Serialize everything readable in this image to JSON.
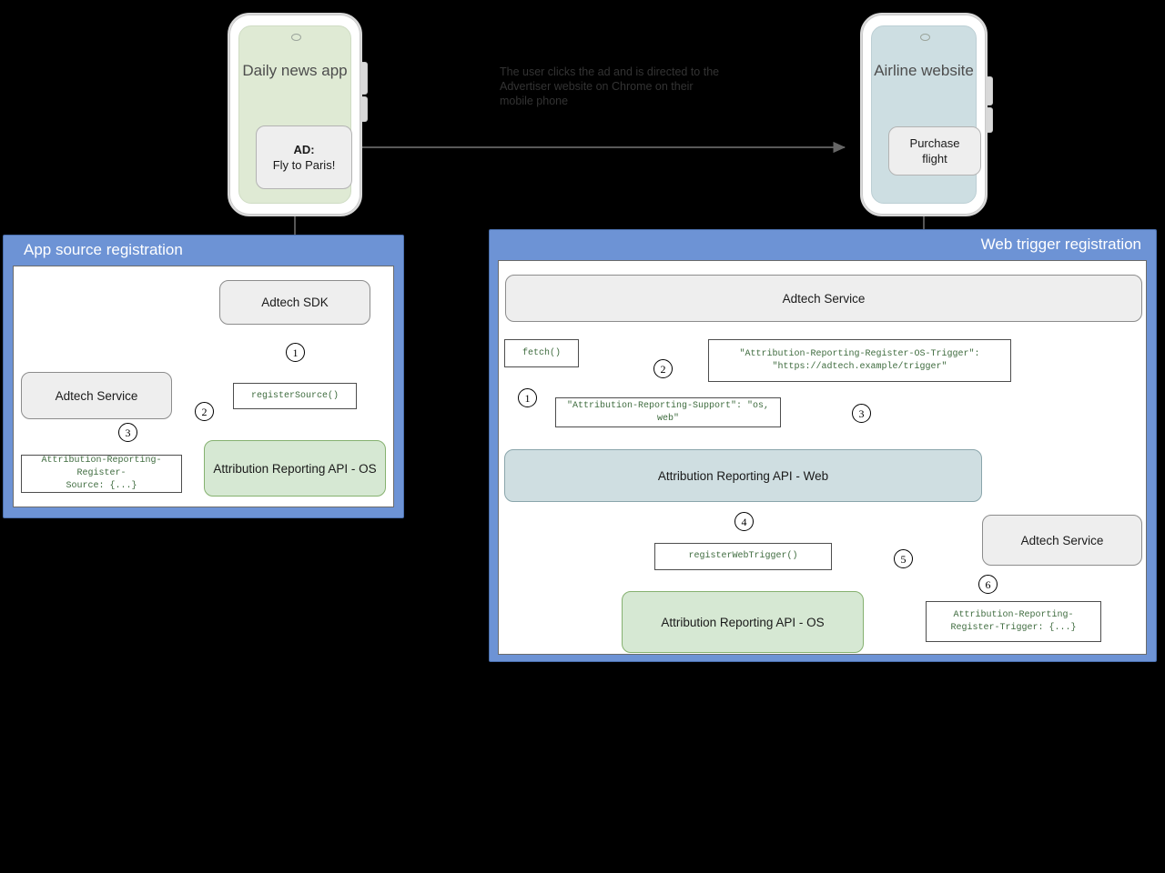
{
  "diagram": {
    "caption": "The user clicks the ad and is directed to the Advertiser website on Chrome on their mobile phone"
  },
  "phones": {
    "left": {
      "title": "Daily news app",
      "card_title": "AD:",
      "card_subtitle": "Fly to Paris!"
    },
    "right": {
      "title": "Airline website",
      "card_line1": "Purchase",
      "card_line2": "flight"
    }
  },
  "app_panel": {
    "title": "App source registration",
    "nodes": {
      "sdk": "Adtech SDK",
      "service": "Adtech Service",
      "api_os": "Attribution Reporting API - OS"
    },
    "code": {
      "register_source": "registerSource()",
      "register_source_header": "Attribution-Reporting-Register-\nSource: {...}"
    },
    "steps": [
      "1",
      "2",
      "3"
    ]
  },
  "web_panel": {
    "title": "Web trigger registration",
    "nodes": {
      "service_top": "Adtech Service",
      "api_web": "Attribution Reporting API - Web",
      "api_os": "Attribution Reporting API - OS",
      "service_bottom": "Adtech Service"
    },
    "code": {
      "fetch": "fetch()",
      "support_header": "\"Attribution-Reporting-Support\": \"os, web\"",
      "os_trigger_header": "\"Attribution-Reporting-Register-OS-Trigger\":\n    \"https://adtech.example/trigger\"",
      "register_web_trigger": "registerWebTrigger()",
      "register_trigger_header": "Attribution-Reporting-\nRegister-Trigger: {...}"
    },
    "steps": [
      "1",
      "2",
      "3",
      "4",
      "5",
      "6"
    ]
  },
  "colors": {
    "panel_blue": "#6d93d5",
    "node_grey": "#eeeeee",
    "node_green": "#d6e8d3",
    "node_blue": "#cfdee1",
    "phone_green": "#dfead4",
    "phone_blue": "#cddee2",
    "code_text": "#3e6b3e",
    "edge": "#666666"
  }
}
